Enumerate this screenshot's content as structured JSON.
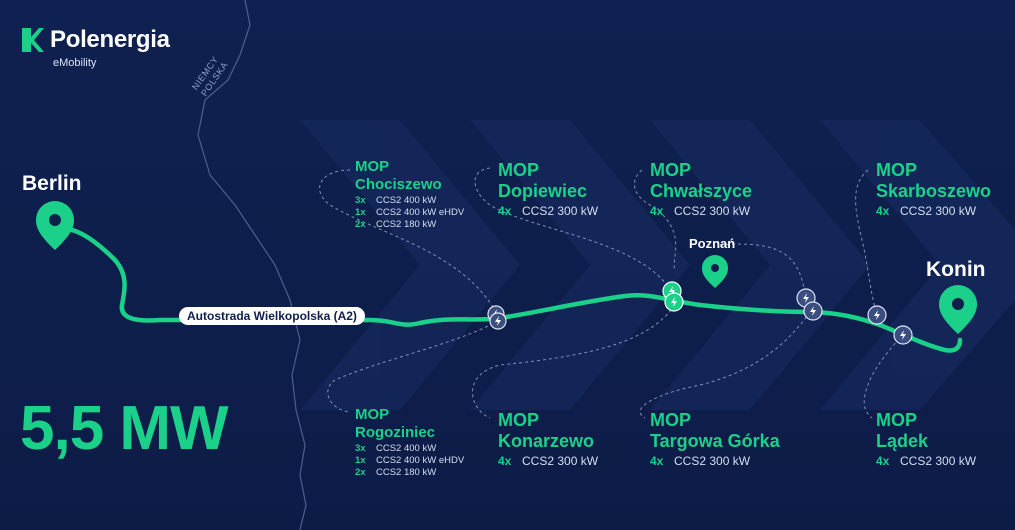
{
  "brand": {
    "name": "Polenergia",
    "subtitle": "eMobility",
    "accent": "#1bd189",
    "background": "#0f1f4b"
  },
  "border": {
    "line1": "NIEMCY",
    "line2": "POLSKA"
  },
  "cities": {
    "start": "Berlin",
    "end": "Konin",
    "mid": "Poznań"
  },
  "road": "Autostrada Wielkopolska (A2)",
  "total_power": "5,5 MW",
  "stations": {
    "chociszewo": {
      "title1": "MOP",
      "title2": "Chociszewo",
      "chargers": [
        {
          "n": "3x",
          "spec": "CCS2 400 kW"
        },
        {
          "n": "1x",
          "spec": "CCS2 400 kW eHDV"
        },
        {
          "n": "2x",
          "spec": "CCS2 180 kW"
        }
      ]
    },
    "dopiewiec": {
      "title1": "MOP",
      "title2": "Dopiewiec",
      "chargers": [
        {
          "n": "4x",
          "spec": "CCS2 300 kW"
        }
      ]
    },
    "chwalszyce": {
      "title1": "MOP",
      "title2": "Chwałszyce",
      "chargers": [
        {
          "n": "4x",
          "spec": "CCS2 300 kW"
        }
      ]
    },
    "skarboszewo": {
      "title1": "MOP",
      "title2": "Skarboszewo",
      "chargers": [
        {
          "n": "4x",
          "spec": "CCS2 300 kW"
        }
      ]
    },
    "rogoziniec": {
      "title1": "MOP",
      "title2": "Rogoziniec",
      "chargers": [
        {
          "n": "3x",
          "spec": "CCS2 400 kW"
        },
        {
          "n": "1x",
          "spec": "CCS2 400 kW eHDV"
        },
        {
          "n": "2x",
          "spec": "CCS2 180 kW"
        }
      ]
    },
    "konarzewo": {
      "title1": "MOP",
      "title2": "Konarzewo",
      "chargers": [
        {
          "n": "4x",
          "spec": "CCS2 300 kW"
        }
      ]
    },
    "targowa": {
      "title1": "MOP",
      "title2": "Targowa Górka",
      "chargers": [
        {
          "n": "4x",
          "spec": "CCS2 300 kW"
        }
      ]
    },
    "ladek": {
      "title1": "MOP",
      "title2": "Lądek",
      "chargers": [
        {
          "n": "4x",
          "spec": "CCS2 300 kW"
        }
      ]
    }
  }
}
